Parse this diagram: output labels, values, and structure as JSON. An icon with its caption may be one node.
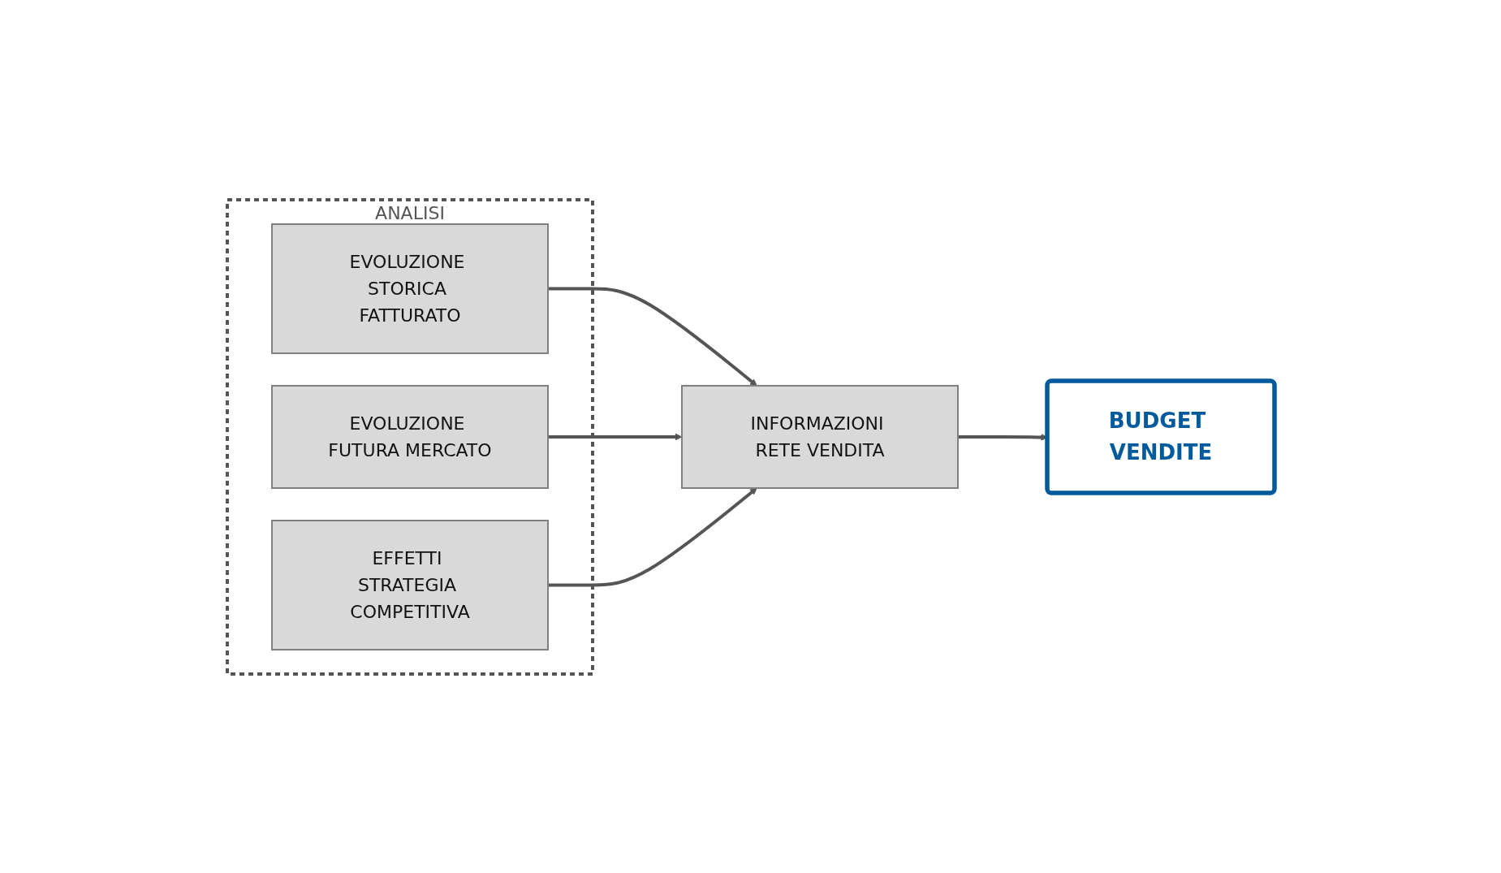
{
  "diagram": {
    "nodes": [
      {
        "text": [
          "ANALISI"
        ]
      },
      {
        "text": [
          "EVOLUZIONE STORICA FATTURATO"
        ],
        "in": 0
      },
      {
        "text": [
          "EVOLUZIONE FUTURA MERCATO"
        ],
        "in": 0
      },
      {
        "text": [
          "EFFETTI STRATEGIA COMPETITIVA"
        ],
        "in": 0
      },
      {
        "text": [
          "INFORMAZIONI RETE VENDITA"
        ]
      },
      {
        "text": [
          "BUDGET VENDITE"
        ]
      }
    ],
    "edges": [
      {
        "from": 1,
        "to": 4,
        "arrow": "to"
      },
      {
        "from": 2,
        "to": 4,
        "arrow": "to"
      },
      {
        "from": 3,
        "to": 4,
        "arrow": "to"
      },
      {
        "from": 4,
        "to": 5,
        "arrow": "to"
      }
    ]
  }
}
